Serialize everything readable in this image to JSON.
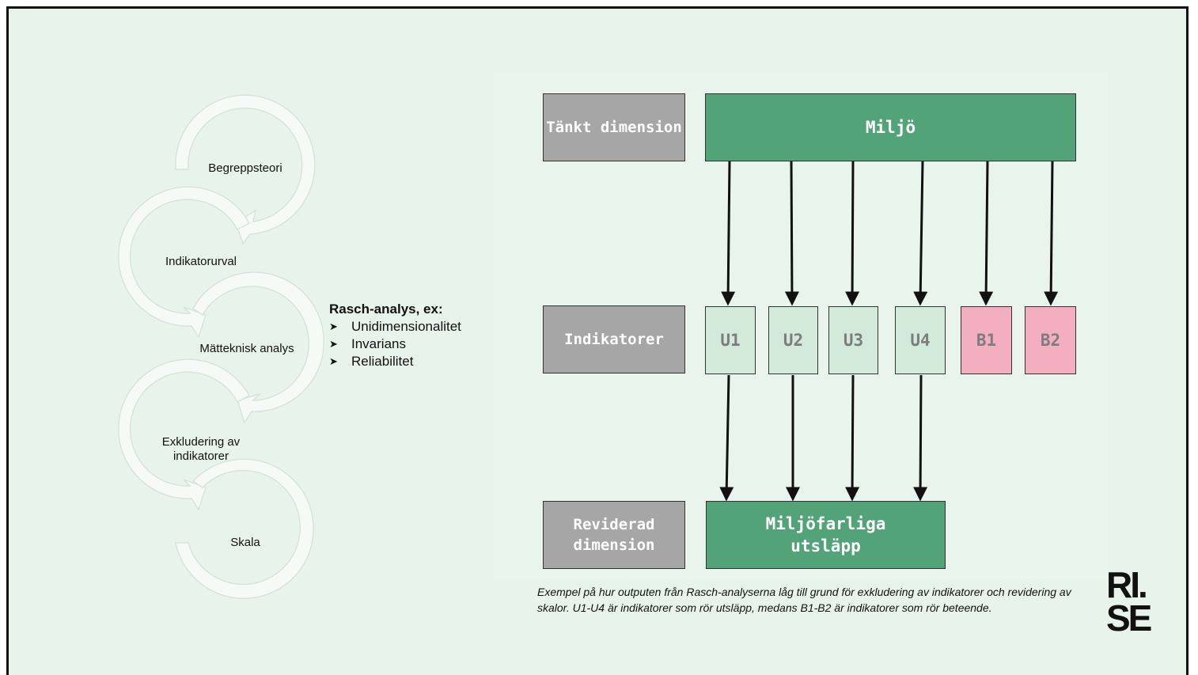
{
  "cycle": {
    "steps": [
      {
        "label": "Begreppsteori"
      },
      {
        "label": "Indikatorurval"
      },
      {
        "label": "Mätteknisk analys"
      },
      {
        "label": "Exkludering av indikatorer"
      },
      {
        "label": "Skala"
      }
    ]
  },
  "rasch": {
    "title": "Rasch-analys, ex:",
    "items": [
      "Unidimensionalitet",
      "Invarians",
      "Reliabilitet"
    ]
  },
  "diagram": {
    "row_labels": {
      "top": "Tänkt dimension",
      "middle": "Indikatorer",
      "bottom": "Reviderad dimension"
    },
    "top_box": "Miljö",
    "indicators": [
      {
        "label": "U1",
        "group": "U",
        "color": "#d3eadb"
      },
      {
        "label": "U2",
        "group": "U",
        "color": "#d3eadb"
      },
      {
        "label": "U3",
        "group": "U",
        "color": "#d3eadb"
      },
      {
        "label": "U4",
        "group": "U",
        "color": "#d3eadb"
      },
      {
        "label": "B1",
        "group": "B",
        "color": "#f3aebf"
      },
      {
        "label": "B2",
        "group": "B",
        "color": "#f3aebf"
      }
    ],
    "bottom_box": "Miljöfarliga utsläpp",
    "colors": {
      "gray": "#a6a6a6",
      "green": "#52a478"
    }
  },
  "caption": "Exempel på hur outputen från Rasch-analyserna låg till grund för exkludering av indikatorer och revidering av skalor. U1-U4 är indikatorer som rör utsläpp, medans B1-B2 är indikatorer som rör beteende.",
  "logo": {
    "text": "RI. SE"
  }
}
